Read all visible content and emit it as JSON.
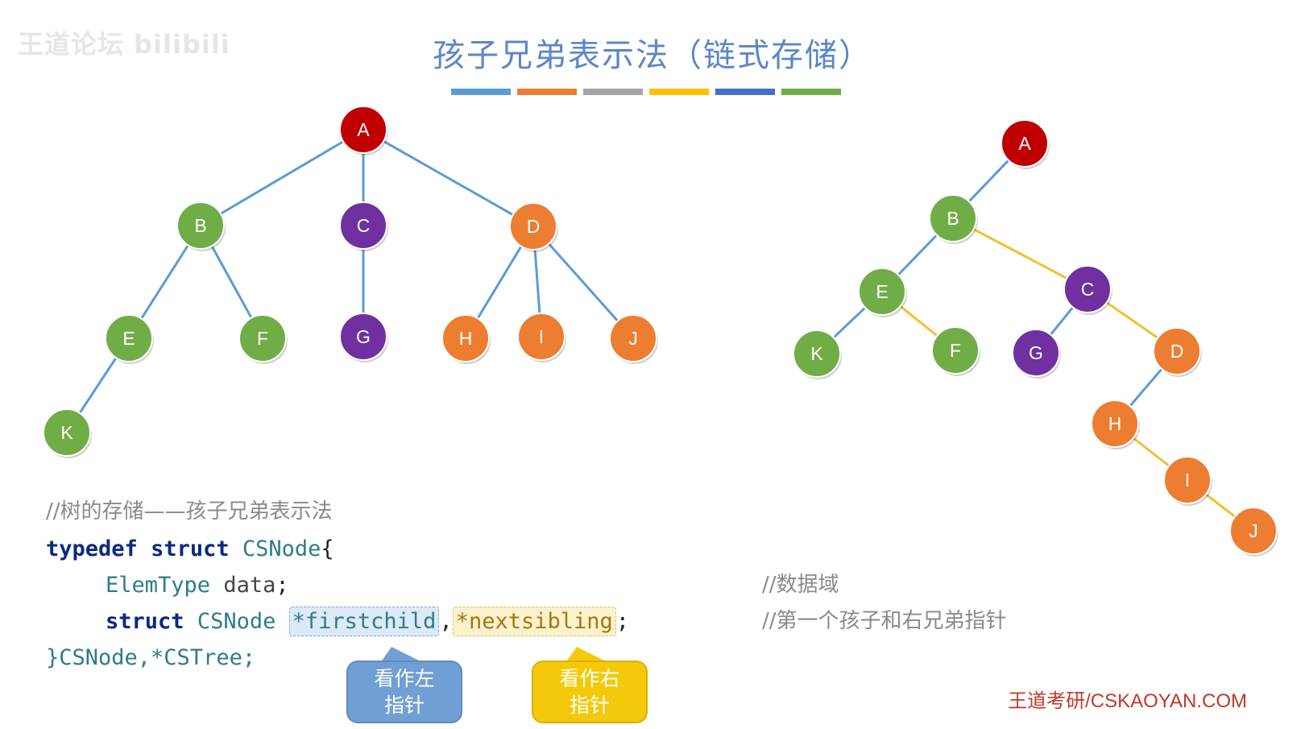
{
  "watermark": "王道论坛 bilibili",
  "title": "孩子兄弟表示法（链式存储）",
  "title_bar_colors": [
    "#5b9bd5",
    "#ed7d31",
    "#a5a5a5",
    "#ffc000",
    "#4472c4",
    "#70ad47"
  ],
  "colors": {
    "red": "#c00000",
    "green": "#70ad47",
    "purple": "#7030a0",
    "orange": "#ed7d31",
    "tree_edge": "#5b9bd5",
    "sibling_edge": "#f2c12e"
  },
  "tree_left": {
    "nodes": [
      {
        "id": "A",
        "color": "red"
      },
      {
        "id": "B",
        "color": "green"
      },
      {
        "id": "C",
        "color": "purple"
      },
      {
        "id": "D",
        "color": "orange"
      },
      {
        "id": "E",
        "color": "green"
      },
      {
        "id": "F",
        "color": "green"
      },
      {
        "id": "G",
        "color": "purple"
      },
      {
        "id": "H",
        "color": "orange"
      },
      {
        "id": "I",
        "color": "orange"
      },
      {
        "id": "J",
        "color": "orange"
      },
      {
        "id": "K",
        "color": "green"
      }
    ],
    "edges": [
      [
        "A",
        "B"
      ],
      [
        "A",
        "C"
      ],
      [
        "A",
        "D"
      ],
      [
        "B",
        "E"
      ],
      [
        "B",
        "F"
      ],
      [
        "C",
        "G"
      ],
      [
        "D",
        "H"
      ],
      [
        "D",
        "I"
      ],
      [
        "D",
        "J"
      ],
      [
        "E",
        "K"
      ]
    ]
  },
  "tree_right": {
    "nodes": [
      {
        "id": "A",
        "color": "red"
      },
      {
        "id": "B",
        "color": "green"
      },
      {
        "id": "C",
        "color": "purple"
      },
      {
        "id": "D",
        "color": "orange"
      },
      {
        "id": "E",
        "color": "green"
      },
      {
        "id": "F",
        "color": "green"
      },
      {
        "id": "G",
        "color": "purple"
      },
      {
        "id": "H",
        "color": "orange"
      },
      {
        "id": "I",
        "color": "orange"
      },
      {
        "id": "J",
        "color": "orange"
      },
      {
        "id": "K",
        "color": "green"
      }
    ],
    "child_edges": [
      [
        "A",
        "B"
      ],
      [
        "B",
        "E"
      ],
      [
        "E",
        "K"
      ],
      [
        "C",
        "G"
      ],
      [
        "D",
        "H"
      ]
    ],
    "sibling_edges": [
      [
        "B",
        "C"
      ],
      [
        "C",
        "D"
      ],
      [
        "E",
        "F"
      ],
      [
        "H",
        "I"
      ],
      [
        "I",
        "J"
      ]
    ]
  },
  "code": {
    "comment_title": "//树的存储——孩子兄弟表示法",
    "line1_kw1": "typedef",
    "line1_kw2": "struct",
    "line1_type": "CSNode",
    "line1_brace": "{",
    "line2_type": "ElemType",
    "line2_ident": "data",
    "line2_semi": ";",
    "line2_comment": "//数据域",
    "line3_kw": "struct",
    "line3_type": "CSNode",
    "line3_field1": "*firstchild",
    "line3_comma": ",",
    "line3_field2": "*nextsibling",
    "line3_semi": ";",
    "line3_comment": "//第一个孩子和右兄弟指针",
    "line4": "}CSNode,*CSTree;"
  },
  "bubbles": {
    "left_line1": "看作左",
    "left_line2": "指针",
    "right_line1": "看作右",
    "right_line2": "指针"
  },
  "footer": "王道考研/CSKAOYAN.COM"
}
